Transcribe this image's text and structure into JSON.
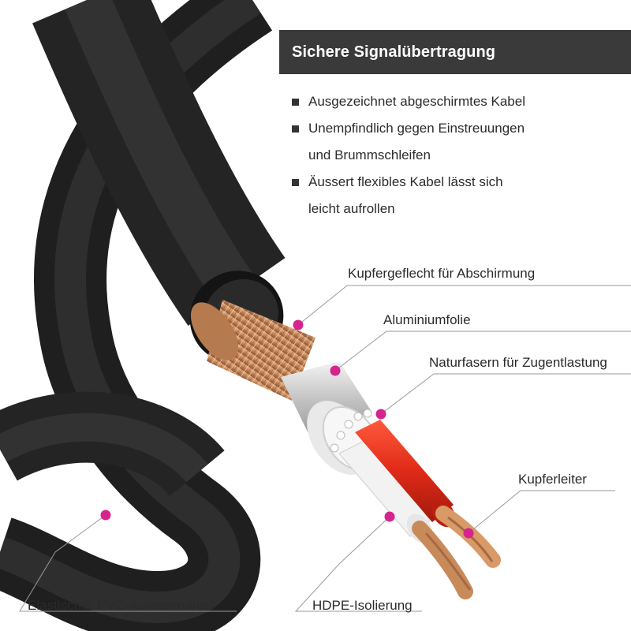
{
  "header": {
    "title": "Sichere Signalübertragung"
  },
  "features": [
    {
      "line1": "Ausgezeichnet abgeschirmtes Kabel",
      "line2": ""
    },
    {
      "line1": "Unempfindlich gegen Einstreuungen",
      "line2": "und Brummschleifen"
    },
    {
      "line1": "Äussert flexibles Kabel lässt sich",
      "line2": "leicht aufrollen"
    }
  ],
  "labels": {
    "braid": "Kupfergeflecht für Abschirmung",
    "foil": "Aluminiumfolie",
    "fibers": "Naturfasern für Zugentlastung",
    "conductor": "Kupferleiter",
    "jacket": "Elastischer PVC-Aussenmantel",
    "insulation": "HDPE-Isolierung"
  },
  "colors": {
    "header_bg": "#3a3a3a",
    "marker": "#d6248f",
    "jacket": "#2a2a2a",
    "insulation_red": "#e02a18",
    "copper": "#c98a5a"
  }
}
